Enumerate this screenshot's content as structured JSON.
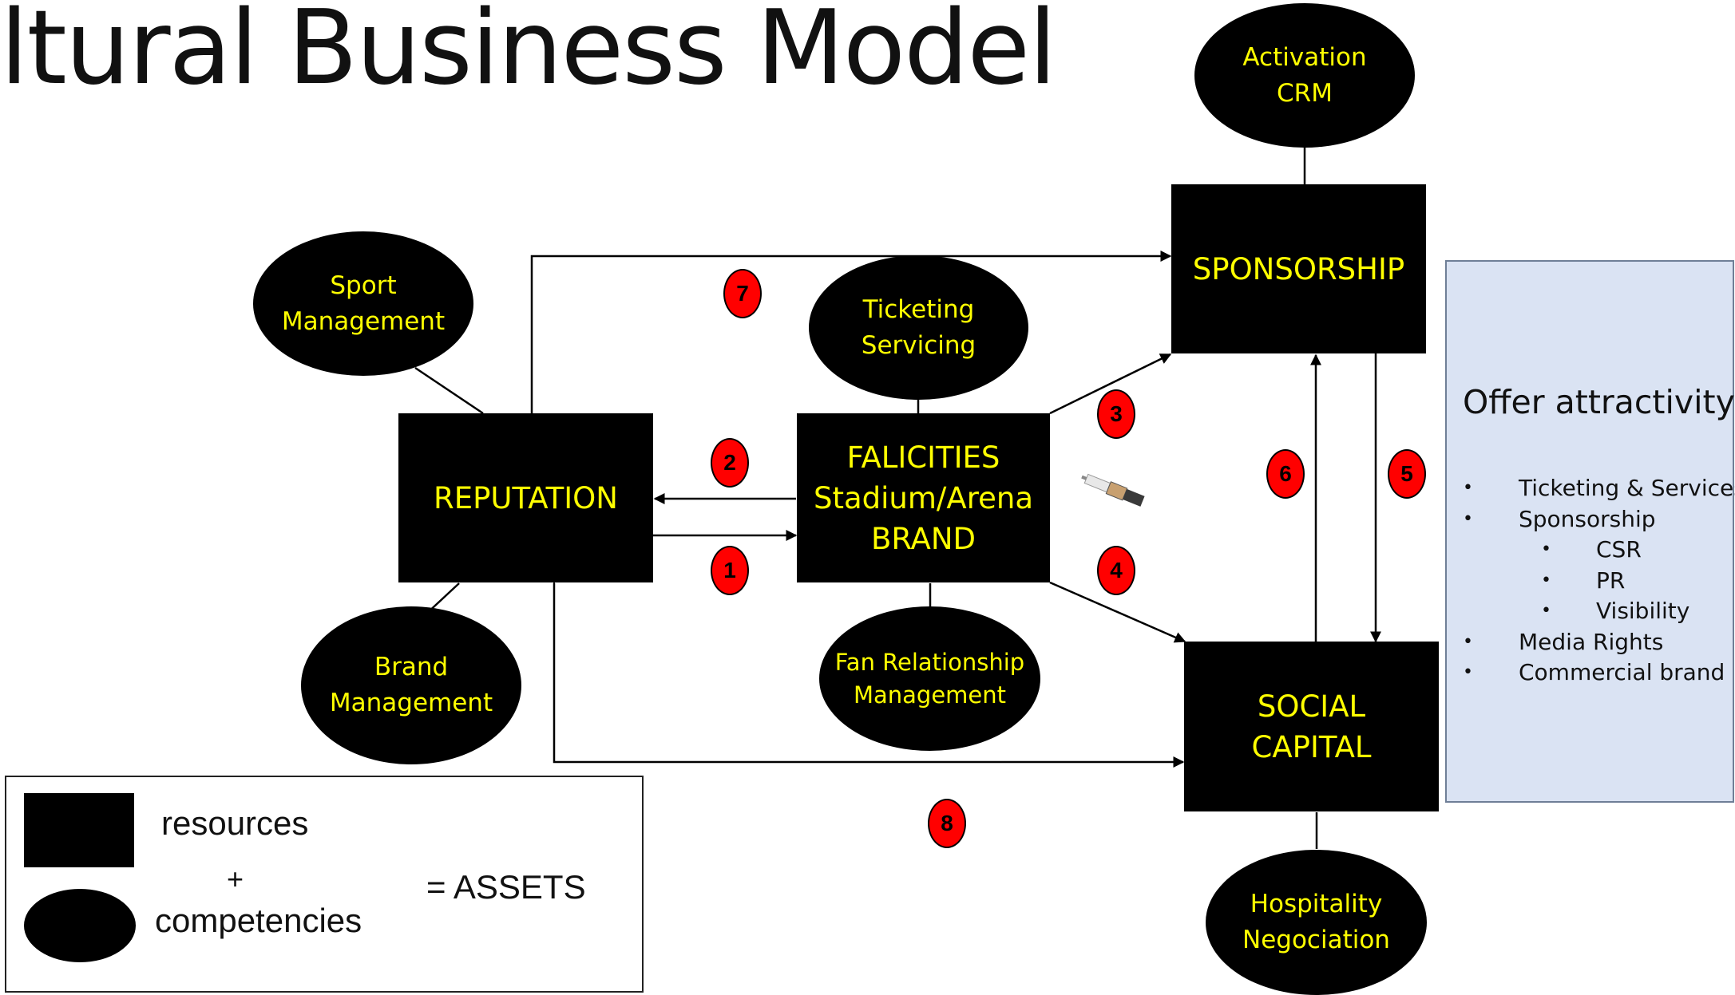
{
  "title": "ltural Business Model",
  "resources": {
    "reputation": [
      "REPUTATION"
    ],
    "facilities": [
      "FALICITIES",
      "Stadium/Arena",
      "BRAND"
    ],
    "sponsorship": [
      "SPONSORSHIP"
    ],
    "social_capital": [
      "SOCIAL",
      "CAPITAL"
    ]
  },
  "competencies": {
    "activation_crm": [
      "Activation",
      "CRM"
    ],
    "sport_management": [
      "Sport",
      "Management"
    ],
    "ticketing_servicing": [
      "Ticketing",
      "Servicing"
    ],
    "brand_management": [
      "Brand",
      "Management"
    ],
    "fan_relationship_management": [
      "Fan Relationship",
      "Management"
    ],
    "hospitality_negociation": [
      "Hospitality",
      "Negociation"
    ]
  },
  "badges": [
    "1",
    "2",
    "3",
    "4",
    "5",
    "6",
    "7",
    "8"
  ],
  "offer": {
    "title": "Offer attractivity",
    "items": [
      {
        "text": "Ticketing & Services",
        "level": 0
      },
      {
        "text": "Sponsorship",
        "level": 0
      },
      {
        "text": "CSR",
        "level": 1
      },
      {
        "text": "PR",
        "level": 1
      },
      {
        "text": "Visibility",
        "level": 1
      },
      {
        "text": "Media Rights",
        "level": 0
      },
      {
        "text": "Commercial brand",
        "level": 0
      }
    ]
  },
  "legend": {
    "resources": "resources",
    "plus": "+",
    "competencies": "competencies",
    "equals": "= ASSETS"
  },
  "colors": {
    "node_fill": "#000000",
    "node_text": "#ffff00",
    "badge": "#ff0000",
    "offer_panel": "#dae3f3"
  }
}
